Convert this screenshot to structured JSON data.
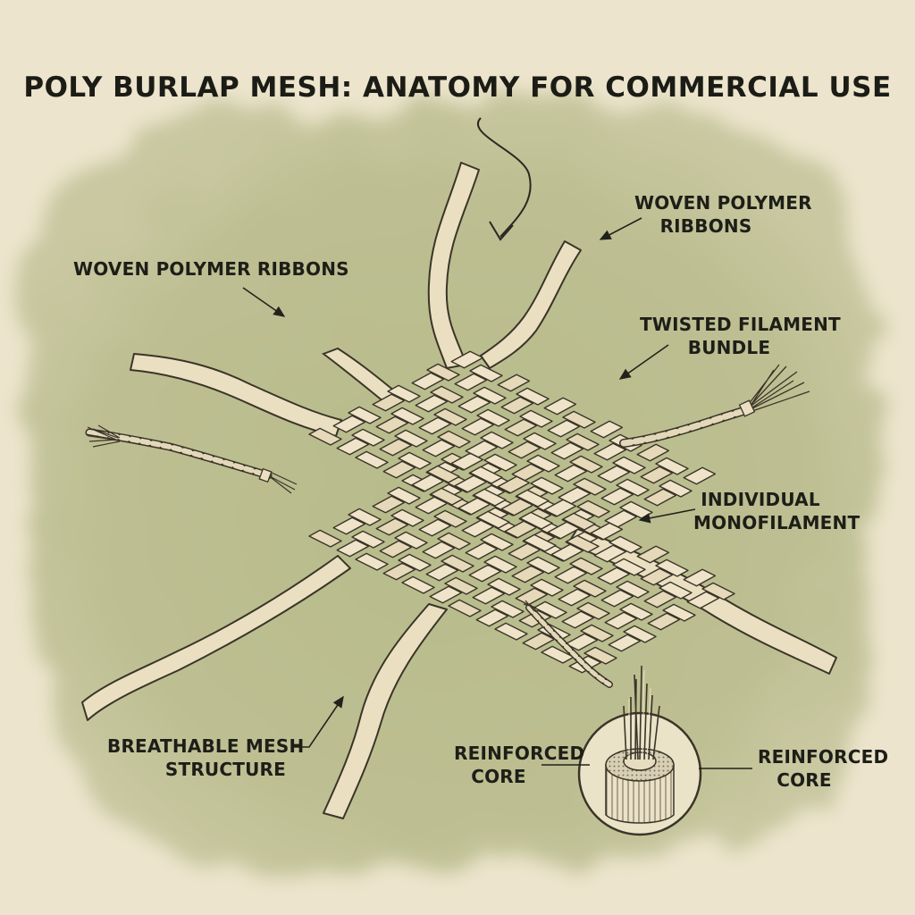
{
  "title": "POLY BURLAP MESH: ANATOMY FOR COMMERCIAL USE",
  "labels": {
    "woven_ribbons_right": [
      "WOVEN POLYMER",
      "RIBBONS"
    ],
    "woven_ribbons_left": "WOVEN POLYMER RIBBONS",
    "twisted_bundle": [
      "TWISTED FILAMENT",
      "BUNDLE"
    ],
    "monofilament": [
      "INDIVIDUAL",
      "MONOFILAMENT"
    ],
    "breathable": [
      "BREATHABLE MESH",
      "STRUCTURE"
    ],
    "core_left": [
      "REINFORCED",
      "CORE"
    ],
    "core_right": [
      "REINFORCED",
      "CORE"
    ]
  },
  "colors": {
    "paper": "#ece4cc",
    "background_wash": "#b9bd8e",
    "ribbon_fill": "#ebdfc2",
    "ink": "#3a3528"
  }
}
